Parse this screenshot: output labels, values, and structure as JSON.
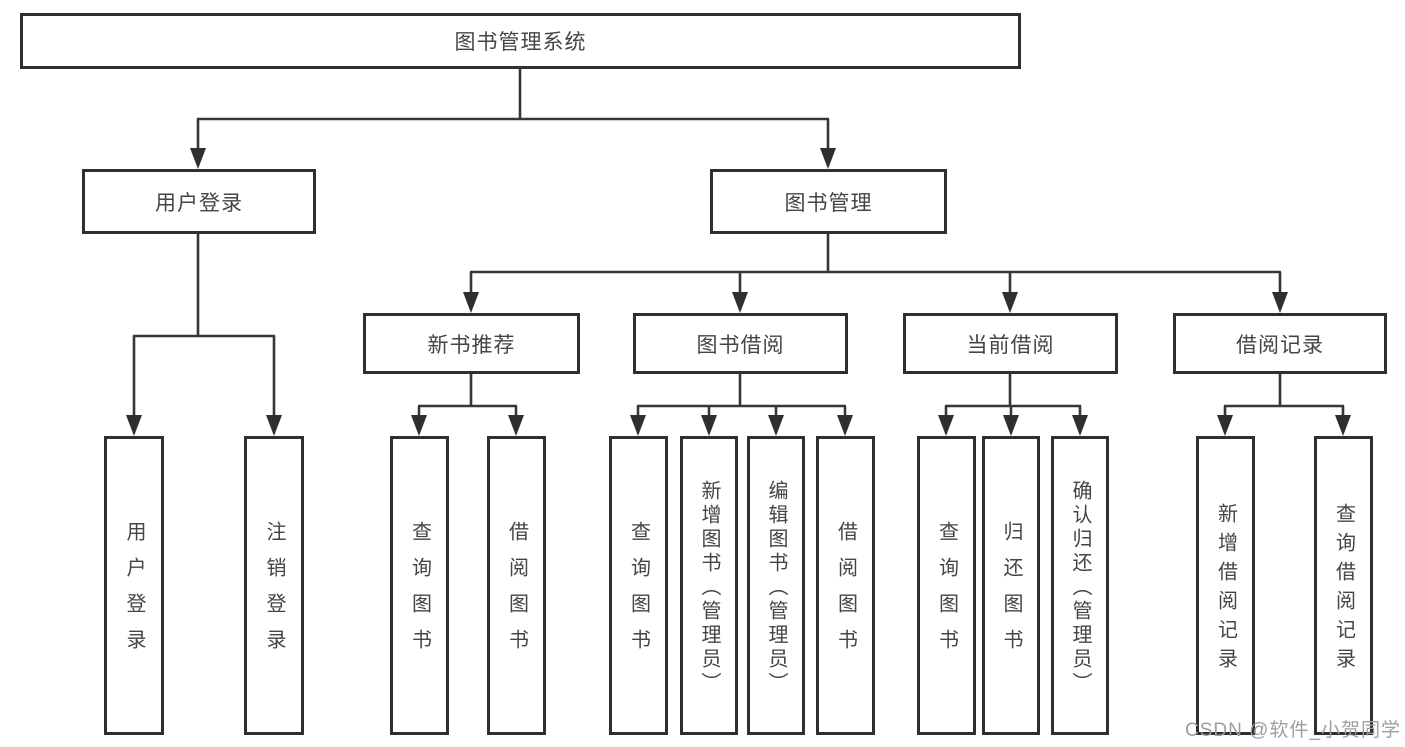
{
  "tree": {
    "label": "图书管理系统",
    "children": [
      {
        "label": "用户登录",
        "children": [
          {
            "label": "用户登录"
          },
          {
            "label": "注销登录"
          }
        ]
      },
      {
        "label": "图书管理",
        "children": [
          {
            "label": "新书推荐",
            "children": [
              {
                "label": "查询图书"
              },
              {
                "label": "借阅图书"
              }
            ]
          },
          {
            "label": "图书借阅",
            "children": [
              {
                "label": "查询图书"
              },
              {
                "label": "新增图书（管理员）"
              },
              {
                "label": "编辑图书（管理员）"
              },
              {
                "label": "借阅图书"
              }
            ]
          },
          {
            "label": "当前借阅",
            "children": [
              {
                "label": "查询图书"
              },
              {
                "label": "归还图书"
              },
              {
                "label": "确认归还（管理员）"
              }
            ]
          },
          {
            "label": "借阅记录",
            "children": [
              {
                "label": "新增借阅记录"
              },
              {
                "label": "查询借阅记录"
              }
            ]
          }
        ]
      }
    ]
  },
  "watermark": {
    "text": "CSDN @软件_小贺同学"
  },
  "colors": {
    "line": "#363636",
    "border": "#2f2f2f",
    "text": "#454545",
    "watermark": "#9c9ea1",
    "background": "#ffffff"
  }
}
